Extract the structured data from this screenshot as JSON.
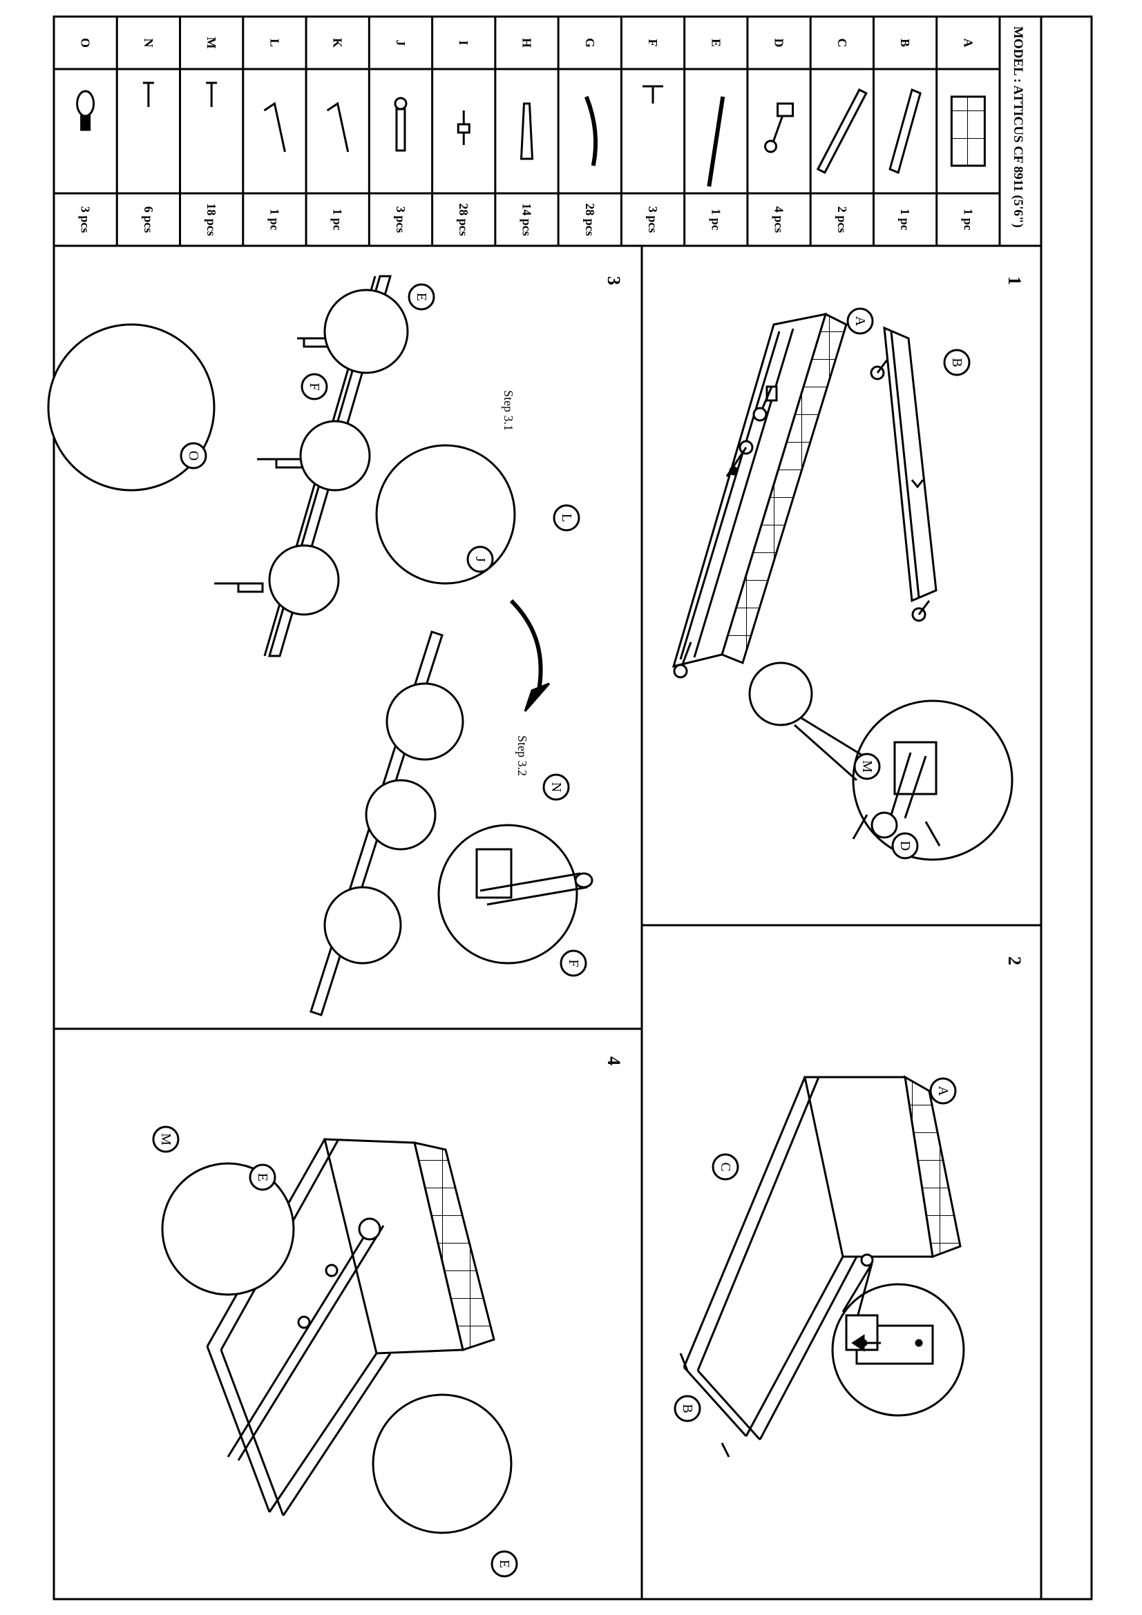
{
  "model_label": "MODEL : ATTICUS CF 8911 (5'6\")",
  "parts": [
    {
      "letter": "A",
      "qty": "1 pc",
      "icon": "headboard-panel-icon"
    },
    {
      "letter": "B",
      "qty": "1 pc",
      "icon": "footboard-rail-icon"
    },
    {
      "letter": "C",
      "qty": "2 pcs",
      "icon": "side-rail-icon"
    },
    {
      "letter": "D",
      "qty": "4 pcs",
      "icon": "leg-bolt-icon"
    },
    {
      "letter": "E",
      "qty": "1 pc",
      "icon": "centre-beam-icon"
    },
    {
      "letter": "F",
      "qty": "3 pcs",
      "icon": "support-leg-icon"
    },
    {
      "letter": "G",
      "qty": "28 pcs",
      "icon": "slat-icon"
    },
    {
      "letter": "H",
      "qty": "14 pcs",
      "icon": "slat-holder-icon"
    },
    {
      "letter": "I",
      "qty": "28 pcs",
      "icon": "slat-cap-icon"
    },
    {
      "letter": "J",
      "qty": "3 pcs",
      "icon": "allen-bolt-icon"
    },
    {
      "letter": "K",
      "qty": "1 pc",
      "icon": "allen-key-icon"
    },
    {
      "letter": "L",
      "qty": "1 pc",
      "icon": "allen-key-icon"
    },
    {
      "letter": "M",
      "qty": "18 pcs",
      "icon": "wood-screw-icon"
    },
    {
      "letter": "N",
      "qty": "6 pcs",
      "icon": "wood-screw-icon"
    },
    {
      "letter": "O",
      "qty": "3 pcs",
      "icon": "adjustable-foot-icon"
    }
  ],
  "steps": [
    {
      "number": "1",
      "callouts": [
        "A",
        "B",
        "M",
        "D"
      ]
    },
    {
      "number": "2",
      "callouts": [
        "A",
        "C",
        "B"
      ]
    },
    {
      "number": "3",
      "callouts": [
        "E",
        "F",
        "O",
        "L",
        "J",
        "N",
        "F"
      ],
      "substeps": [
        "Step 3.1",
        "Step 3.2"
      ]
    },
    {
      "number": "4",
      "callouts": [
        "M",
        "E",
        "E"
      ]
    }
  ]
}
